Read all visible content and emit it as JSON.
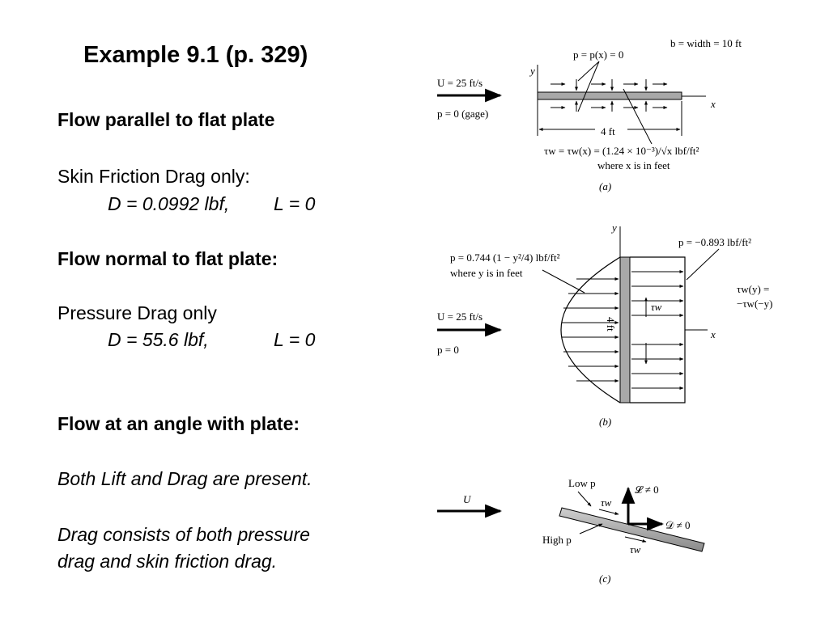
{
  "slide": {
    "title": "Example 9.1 (p. 329)",
    "sections": {
      "parallel_heading": "Flow parallel to flat plate",
      "parallel_note": "Skin Friction Drag only:",
      "parallel_D": "D = 0.0992 lbf,",
      "parallel_L": "L = 0",
      "normal_heading": "Flow normal to flat plate:",
      "normal_note": "Pressure Drag only",
      "normal_D": "D = 55.6 lbf,",
      "normal_L": "L = 0",
      "angle_heading": "Flow at an angle with plate:",
      "angle_line1": "Both Lift and Drag are present.",
      "angle_line2": "Drag consists of both pressure",
      "angle_line3": "drag and skin friction drag."
    }
  },
  "figure": {
    "a": {
      "width_label": "b = width = 10 ft",
      "pressure_label": "p = p(x) = 0",
      "velocity_label": "U = 25 ft/s",
      "gage_label": "p = 0 (gage)",
      "y_axis": "y",
      "x_axis": "x",
      "length_label": "4 ft",
      "shear_label": "τw = τw(x) = (1.24 × 10⁻³)/√x lbf/ft²",
      "shear_note": "where x is in feet",
      "caption": "(a)"
    },
    "b": {
      "y_axis": "y",
      "pressure_front": "p = 0.744 (1 − y²/4) lbf/ft²",
      "pressure_front_note": "where y is in feet",
      "pressure_back": "p = −0.893 lbf/ft²",
      "velocity_label": "U = 25 ft/s",
      "inlet_pressure": "p = 0",
      "plate_height": "4 ft",
      "tau_label": "τw",
      "x_axis": "x",
      "symmetry_line1": "τw(y) =",
      "symmetry_line2": "−τw(−y)",
      "caption": "(b)"
    },
    "c": {
      "velocity_label": "U",
      "low_p": "Low p",
      "high_p": "High p",
      "tau_top": "τw",
      "tau_bottom": "τw",
      "lift_label": "𝓛 ≠ 0",
      "drag_label": "𝒟 ≠ 0",
      "caption": "(c)"
    }
  }
}
